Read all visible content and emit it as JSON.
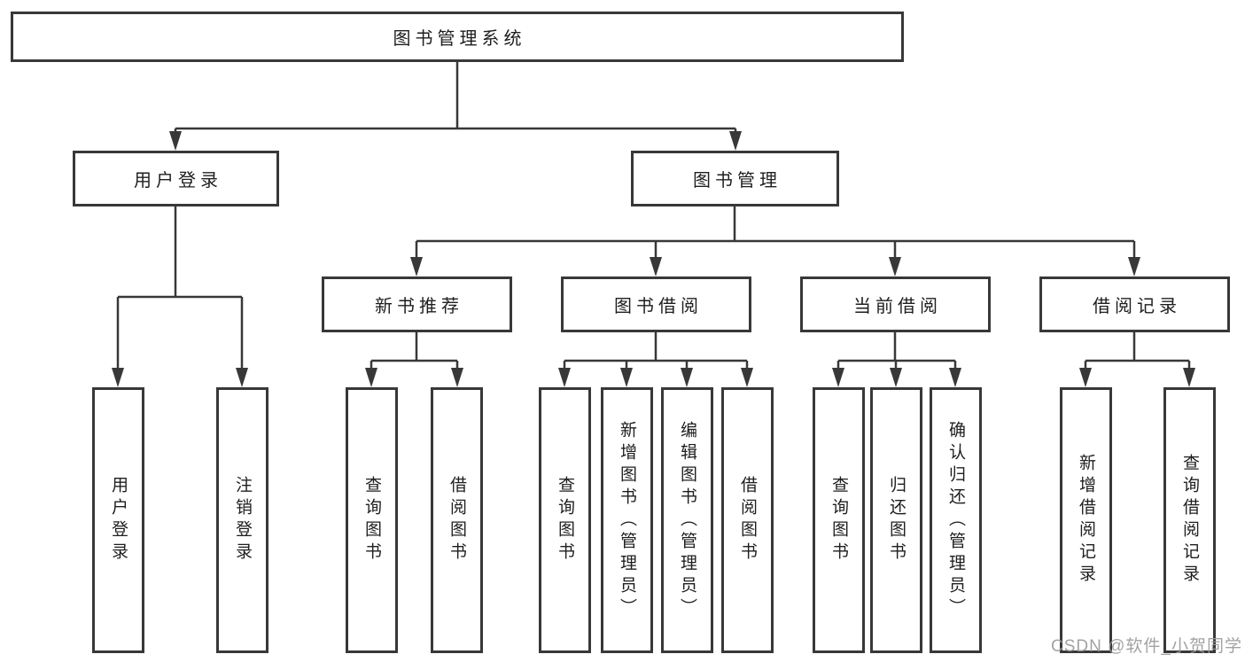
{
  "diagram": {
    "title": "图书管理系统",
    "root": {
      "label": "图书管理系统"
    },
    "level2": [
      {
        "label": "用户登录"
      },
      {
        "label": "图书管理"
      }
    ],
    "level3": [
      {
        "label": "新书推荐",
        "parent": "图书管理"
      },
      {
        "label": "图书借阅",
        "parent": "图书管理"
      },
      {
        "label": "当前借阅",
        "parent": "图书管理"
      },
      {
        "label": "借阅记录",
        "parent": "图书管理"
      }
    ],
    "leaves": [
      {
        "label": "用户登录",
        "parent": "用户登录"
      },
      {
        "label": "注销登录",
        "parent": "用户登录"
      },
      {
        "label": "查询图书",
        "parent": "新书推荐"
      },
      {
        "label": "借阅图书",
        "parent": "新书推荐"
      },
      {
        "label": "查询图书",
        "parent": "图书借阅"
      },
      {
        "label": "新增图书（管理员）",
        "parent": "图书借阅"
      },
      {
        "label": "编辑图书（管理员）",
        "parent": "图书借阅"
      },
      {
        "label": "借阅图书",
        "parent": "图书借阅"
      },
      {
        "label": "查询图书",
        "parent": "当前借阅"
      },
      {
        "label": "归还图书",
        "parent": "当前借阅"
      },
      {
        "label": "确认归还（管理员）",
        "parent": "当前借阅"
      },
      {
        "label": "新增借阅记录",
        "parent": "借阅记录"
      },
      {
        "label": "查询借阅记录",
        "parent": "借阅记录"
      }
    ]
  },
  "watermark": {
    "text": "CSDN @软件_小贺同学"
  },
  "colors": {
    "line": "#383838",
    "box_border": "#383838",
    "text": "#1e1e1e",
    "watermark": "#9b9b9b",
    "background": "#ffffff"
  }
}
